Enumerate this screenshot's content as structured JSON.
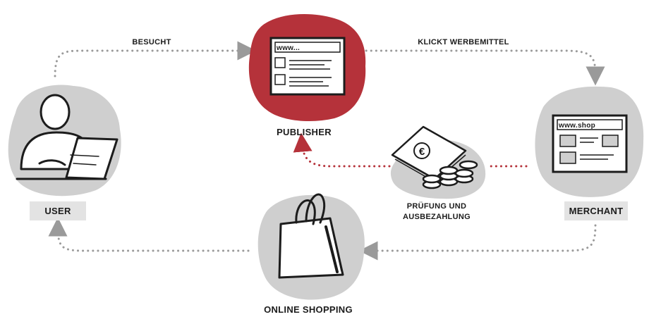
{
  "nodes": {
    "user": {
      "label": "USER"
    },
    "publisher": {
      "label": "PUBLISHER",
      "browser_text": "www..."
    },
    "merchant": {
      "label": "MERCHANT",
      "browser_text": "www.shop"
    },
    "shopping": {
      "label": "ONLINE SHOPPING"
    },
    "payment": {
      "label_line1": "PRÜFUNG UND",
      "label_line2": "AUSBEZAHLUNG",
      "currency_symbol": "€"
    }
  },
  "edges": {
    "user_to_publisher": {
      "label": "BESUCHT"
    },
    "publisher_to_merchant": {
      "label": "KLICKT WERBEMITTEL"
    }
  },
  "colors": {
    "accent_red": "#b5323a",
    "blob_gray": "#cfcfcf",
    "dot_gray": "#9a9a9a",
    "ink": "#1c1c1c",
    "label_box": "#e3e3e3"
  }
}
